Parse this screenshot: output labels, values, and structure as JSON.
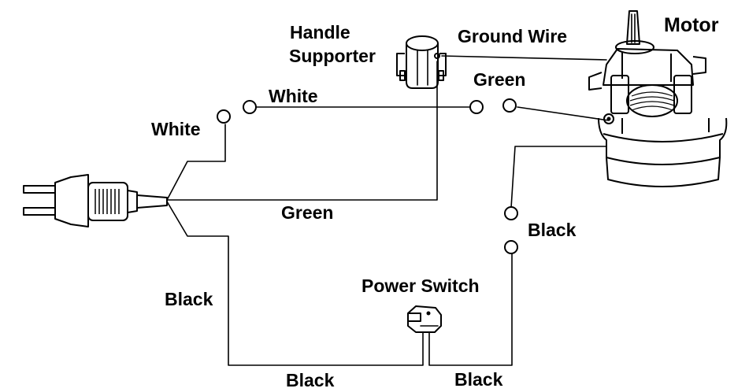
{
  "labels": {
    "motor": "Motor",
    "ground_wire": "Ground Wire",
    "handle_supporter_line1": "Handle",
    "handle_supporter_line2": "Supporter",
    "green_top": "Green",
    "white_top": "White",
    "white_left": "White",
    "green_mid": "Green",
    "black_right": "Black",
    "power_switch": "Power Switch",
    "black_left": "Black",
    "black_bottom_left": "Black",
    "black_bottom_right": "Black"
  },
  "colors": {
    "line": "#000000",
    "background": "#ffffff"
  }
}
